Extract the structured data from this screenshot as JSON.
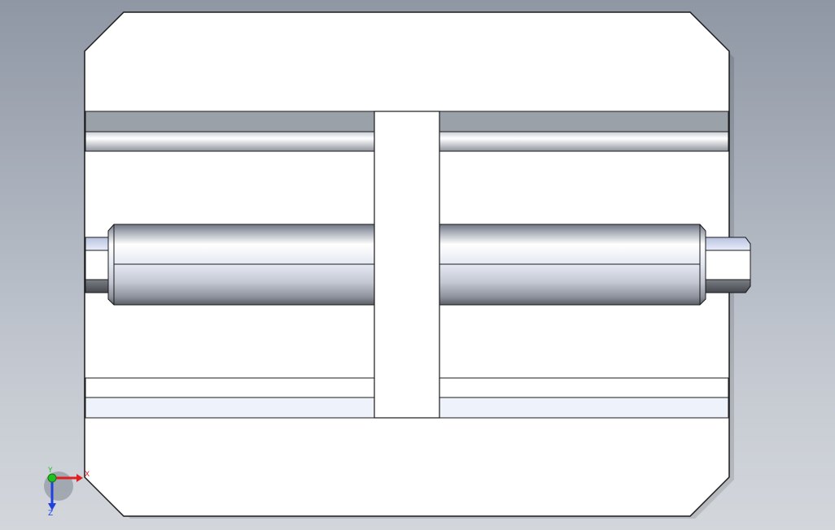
{
  "viewport": {
    "background_top": "#8f97a4",
    "background_bottom": "#d3d7dc"
  },
  "model": {
    "body_fill": "#ffffff",
    "edge_color": "#1a1a1a",
    "shaded_band_color": "#9aa0a8",
    "light_band_color": "#eef3fb"
  },
  "triad": {
    "x_label": "X",
    "y_label": "Y",
    "z_label": "Z",
    "x_color": "#e02020",
    "y_color": "#20c020",
    "z_color": "#2040e0"
  }
}
